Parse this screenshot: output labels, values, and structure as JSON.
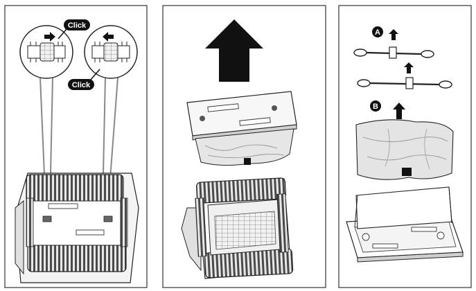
{
  "panels": {
    "panel1": {
      "callout_left": "Click",
      "callout_right": "Click"
    },
    "panel3": {
      "badge_a": "A",
      "badge_b": "B"
    }
  },
  "colors": {
    "ink": "#1a1a1a",
    "fill_light": "#ffffff",
    "fill_gray": "#d9d9d9",
    "track_dark": "#3a3a3a"
  }
}
